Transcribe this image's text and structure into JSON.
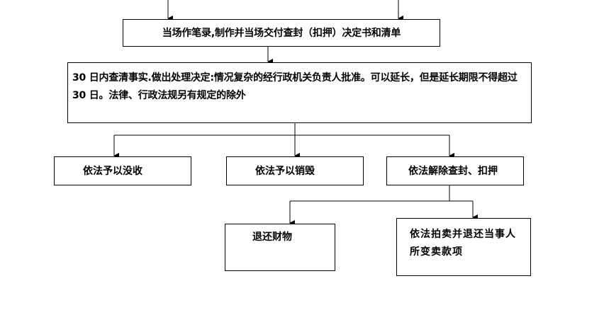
{
  "diagram": {
    "nodes": {
      "record": "当场作笔录,制作并当场交付查封（扣押）决定书和清单",
      "verify": "30 日内查清事实.做出处理决定:情况复杂的经行政机关负责人批准。可以延长，但是延长期限不得超过 30 日。法律、行政法规另有规定的除外",
      "confiscate": "依法予以没收",
      "destroy": "依法予以销毁",
      "release": "依法解除查封、扣押",
      "return_property": "退还财物",
      "auction": "依法拍卖并退还当事人所变卖款项"
    },
    "edges": [
      {
        "from": "record",
        "to": "verify"
      },
      {
        "from": "verify",
        "to": "confiscate"
      },
      {
        "from": "verify",
        "to": "destroy"
      },
      {
        "from": "verify",
        "to": "release"
      },
      {
        "from": "release",
        "to": "return_property"
      },
      {
        "from": "release",
        "to": "auction"
      }
    ],
    "colors": {
      "line": "#000000",
      "box_border": "#000000",
      "background": "#ffffff"
    }
  }
}
